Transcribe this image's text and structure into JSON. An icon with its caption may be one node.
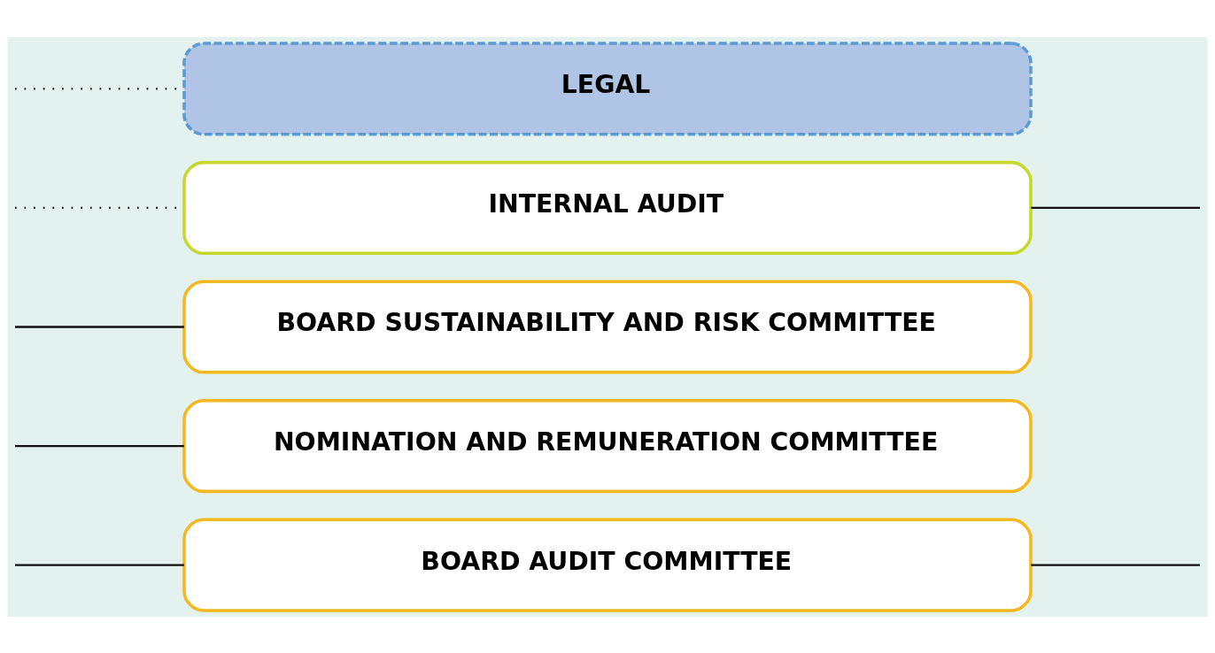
{
  "diagram": {
    "nodes": [
      {
        "text": [
          "BOARD AUDIT COMMITTEE"
        ]
      },
      {
        "text": [
          "NOMINATION AND REMUNERATION COMMITTEE"
        ]
      },
      {
        "text": [
          "BOARD SUSTAINABILITY AND RISK COMMITTEE"
        ]
      },
      {
        "text": [
          "INTERNAL AUDIT"
        ]
      },
      {
        "text": [
          "LEGAL"
        ]
      }
    ],
    "edges": [
      {
        "from": null,
        "to": 0,
        "arrow": "none"
      },
      {
        "from": null,
        "to": 1,
        "arrow": "none"
      },
      {
        "from": null,
        "to": 2,
        "arrow": "none"
      },
      {
        "from": 0,
        "to": null,
        "arrow": "none"
      },
      {
        "from": null,
        "to": 3,
        "arrow": "none",
        "style": "dashed"
      },
      {
        "from": 3,
        "to": null,
        "arrow": "none"
      },
      {
        "from": null,
        "to": 4,
        "arrow": "none",
        "style": "dashed"
      }
    ]
  }
}
